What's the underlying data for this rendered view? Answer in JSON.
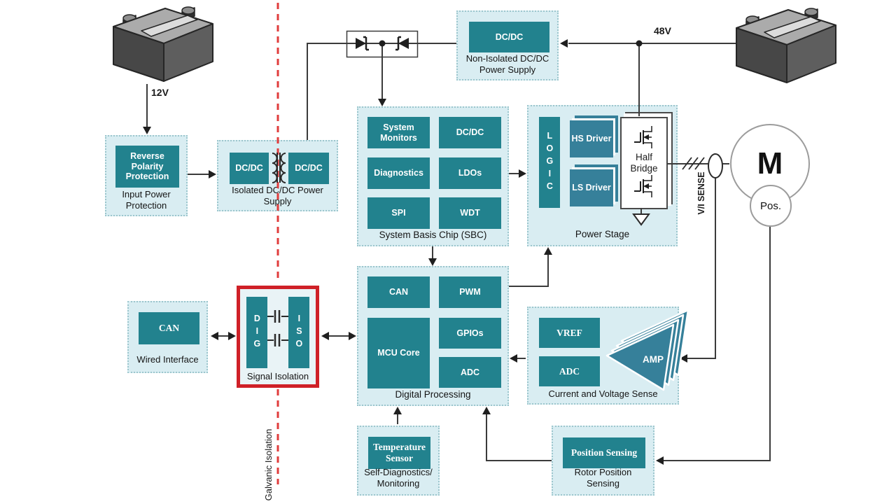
{
  "labels": {
    "v12": "12V",
    "v48": "48V",
    "vi": "V/I SENSE",
    "galvanic": "Galvanic Isolation"
  },
  "input_power": {
    "block": "Reverse Polarity Protection",
    "label": "Input Power Protection"
  },
  "isolated": {
    "dcdc1": "DC/DC",
    "dcdc2": "DC/DC",
    "label": "Isolated DC/DC Power Supply"
  },
  "non_isolated": {
    "block": "DC/DC",
    "label": "Non-Isolated DC/DC Power Supply"
  },
  "sbc": {
    "b1": "System Monitors",
    "b2": "DC/DC",
    "b3": "Diagnostics",
    "b4": "LDOs",
    "b5": "SPI",
    "b6": "WDT",
    "label": "System Basis Chip (SBC)"
  },
  "power_stage": {
    "logic": "LOGIC",
    "hs": "HS Driver",
    "ls": "LS Driver",
    "half_bridge": "Half Bridge",
    "label": "Power Stage"
  },
  "digital": {
    "b1": "CAN",
    "b2": "PWM",
    "b3": "MCU Core",
    "b4": "GPIOs",
    "b5": "ADC",
    "label": "Digital Processing"
  },
  "cvs": {
    "vref": "VREF",
    "adc": "ADC",
    "amp": "AMP",
    "label": "Current and Voltage Sense"
  },
  "wired": {
    "block": "CAN",
    "label": "Wired Interface"
  },
  "signal_isolation": {
    "dig": "DIG",
    "iso": "ISO",
    "label": "Signal Isolation"
  },
  "self_diag": {
    "block": "Temperature Sensor",
    "label": "Self-Diagnostics/ Monitoring"
  },
  "rotor": {
    "block": "Position Sensing",
    "label": "Rotor Position Sensing"
  },
  "motor": {
    "m": "M",
    "pos": "Pos."
  },
  "colors": {
    "teal": "#22828e",
    "driver_teal": "#36809a",
    "container_fill": "#d9edf2",
    "container_border": "#9cc6cd",
    "isolation_red": "#cf2027",
    "dash_red": "#e03c3c",
    "line": "#3b3b3b"
  }
}
